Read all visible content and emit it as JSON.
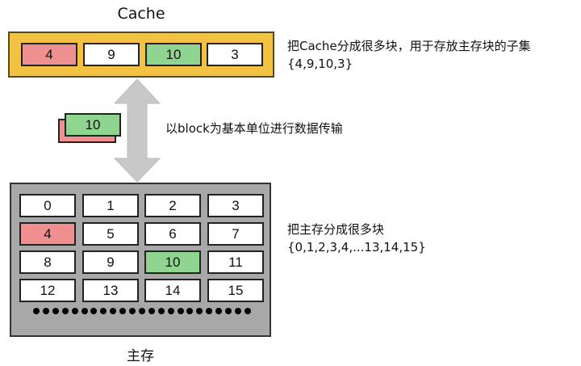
{
  "cache": {
    "title": "Cache",
    "blocks": [
      "4",
      "9",
      "10",
      "3"
    ],
    "description_line1": "把Cache分成很多块，用于存放主存块的子集",
    "description_line2": "{4,9,10,3}"
  },
  "transfer": {
    "block_label": "10",
    "description": "以block为基本单位进行数据传输"
  },
  "memory": {
    "title": "主存",
    "blocks": [
      "0",
      "1",
      "2",
      "3",
      "4",
      "5",
      "6",
      "7",
      "8",
      "9",
      "10",
      "11",
      "12",
      "13",
      "14",
      "15"
    ],
    "description_line1": "把主存分成很多块",
    "description_line2": "{0,1,2,3,4,...13,14,15}"
  },
  "colors": {
    "cache_bg": "#f3c242",
    "memory_bg": "#a8a8a8",
    "highlight_red": "#ef8f8f",
    "highlight_green": "#8fd58f",
    "arrow": "#c8c8c8"
  }
}
